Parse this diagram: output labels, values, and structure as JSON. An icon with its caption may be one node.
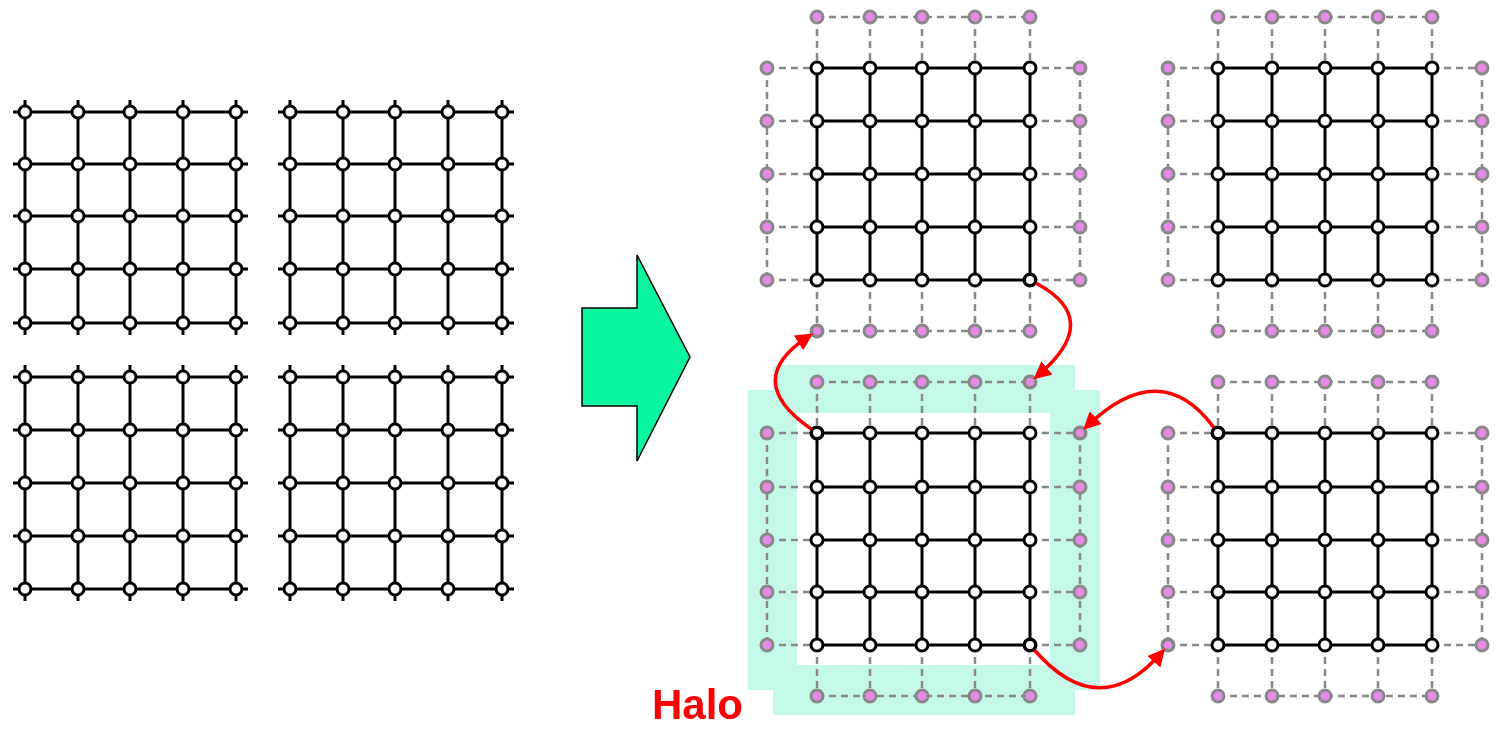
{
  "diagram": {
    "nodes": [
      {
        "text": [],
        "shape": "picture"
      },
      {
        "text": [],
        "shape": "picture"
      },
      {
        "text": [],
        "shape": "circle",
        "in": 1
      },
      {
        "text": [],
        "shape": "circle",
        "in": 1
      },
      {
        "text": [],
        "shape": "circle",
        "in": 1
      },
      {
        "text": [],
        "shape": "circle",
        "in": 1
      },
      {
        "text": [],
        "shape": "circle",
        "in": 1
      },
      {
        "text": [],
        "shape": "circle",
        "in": 1
      },
      {
        "text": [],
        "shape": "circle",
        "in": 1
      },
      {
        "text": [],
        "shape": "circle",
        "in": 1
      }
    ],
    "edges": [
      {
        "from": 0,
        "to": 1,
        "arrow": "to",
        "style": "thick",
        "color": "#0af5a0"
      },
      {
        "from": 2,
        "to": 3,
        "arrow": "to",
        "color": "#ff0000"
      },
      {
        "from": 4,
        "to": 5,
        "arrow": "to",
        "color": "#ff0000"
      },
      {
        "from": 6,
        "to": 7,
        "arrow": "to",
        "color": "#ff0000"
      },
      {
        "from": 8,
        "to": 9,
        "arrow": "to",
        "color": "#ff0000"
      }
    ],
    "labels": [
      "Halo"
    ]
  }
}
